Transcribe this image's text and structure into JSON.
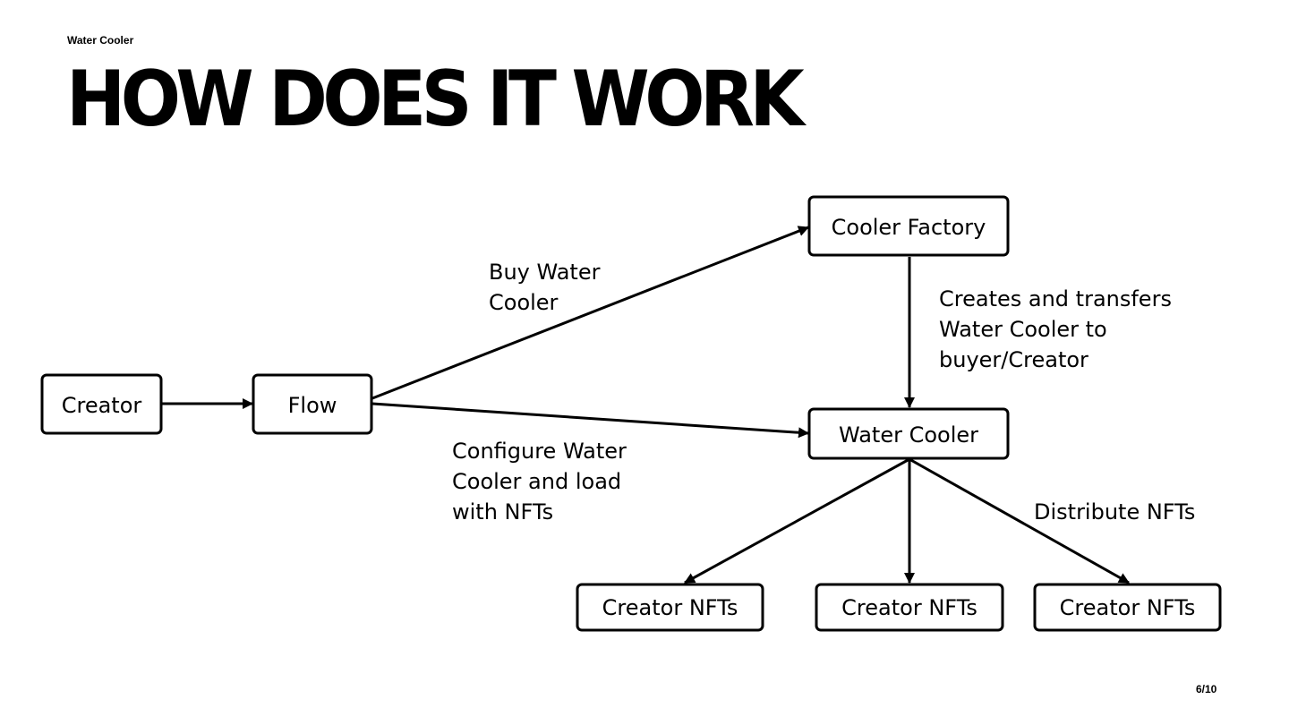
{
  "header": {
    "eyebrow": "Water Cooler",
    "title": "HOW DOES IT WORK"
  },
  "diagram": {
    "nodes": {
      "creator": "Creator",
      "flow": "Flow",
      "cooler_factory": "Cooler Factory",
      "water_cooler": "Water Cooler",
      "creator_nfts_1": "Creator NFTs",
      "creator_nfts_2": "Creator NFTs",
      "creator_nfts_3": "Creator NFTs"
    },
    "edge_labels": {
      "buy_water_cooler": [
        "Buy Water",
        "Cooler"
      ],
      "creates_and_transfers": [
        "Creates and transfers",
        "Water Cooler to",
        "buyer/Creator"
      ],
      "configure_water_cooler": [
        "Configure Water",
        "Cooler and load",
        "with NFTs"
      ],
      "distribute_nfts": [
        "Distribute NFTs"
      ]
    }
  },
  "footer": {
    "page_number": "6/10"
  }
}
